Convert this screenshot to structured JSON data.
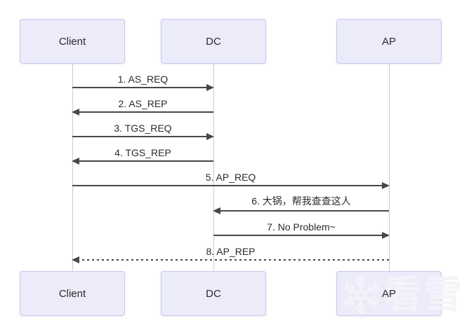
{
  "diagram": {
    "type": "sequence-diagram",
    "actors": [
      {
        "id": "client",
        "label": "Client"
      },
      {
        "id": "dc",
        "label": "DC"
      },
      {
        "id": "ap",
        "label": "AP"
      }
    ],
    "messages": [
      {
        "num": 1,
        "label": "1. AS_REQ",
        "from": "client",
        "to": "dc",
        "style": "solid"
      },
      {
        "num": 2,
        "label": "2. AS_REP",
        "from": "dc",
        "to": "client",
        "style": "solid"
      },
      {
        "num": 3,
        "label": "3. TGS_REQ",
        "from": "client",
        "to": "dc",
        "style": "solid"
      },
      {
        "num": 4,
        "label": "4. TGS_REP",
        "from": "dc",
        "to": "client",
        "style": "solid"
      },
      {
        "num": 5,
        "label": "5. AP_REQ",
        "from": "client",
        "to": "ap",
        "style": "solid"
      },
      {
        "num": 6,
        "label": "6. 大锅，帮我查查这人",
        "from": "ap",
        "to": "dc",
        "style": "solid"
      },
      {
        "num": 7,
        "label": "7. No Problem~",
        "from": "dc",
        "to": "ap",
        "style": "solid"
      },
      {
        "num": 8,
        "label": "8. AP_REP",
        "from": "ap",
        "to": "client",
        "style": "dashed"
      }
    ],
    "watermark": {
      "text": "看雪",
      "icon": "snowflake-icon"
    },
    "colors": {
      "background": "#FFFFFF",
      "box_fill": "#EBEBFA",
      "box_border": "#C9C9F0",
      "lifeline": "#CBCBCB",
      "arrow": "#474747",
      "text": "#2B2B2B"
    }
  }
}
